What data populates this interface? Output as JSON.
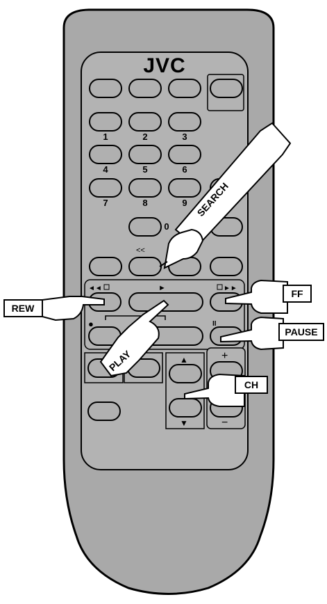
{
  "brand": "JVC",
  "digits": [
    "1",
    "2",
    "3",
    "4",
    "5",
    "6",
    "7",
    "8",
    "9",
    "0"
  ],
  "symbols": {
    "rewind_marks": "<<",
    "forward_marks": ">>",
    "play_symbol": "►",
    "rew_symbol": "◄◄",
    "ff_symbol": "►►",
    "pause_symbol": "II",
    "record_symbol": "●",
    "up_symbol": "▲",
    "down_symbol": "▼",
    "plus_symbol": "+",
    "minus_symbol": "−"
  },
  "callouts": {
    "rew": "REW",
    "ff": "FF",
    "pause": "PAUSE",
    "ch": "CH",
    "play": "PLAY",
    "search": "SEARCH"
  },
  "colors": {
    "body": "#a9a9a9",
    "panel": "#b3b3b3",
    "button": "#b0b0b0",
    "outline": "#000000",
    "hand": "#ffffff"
  }
}
